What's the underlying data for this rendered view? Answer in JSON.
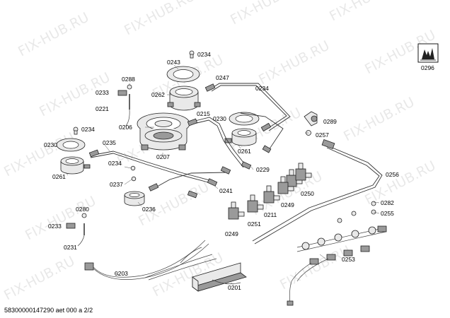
{
  "watermark": "FIX-HUB.RU",
  "footer": {
    "reference": "58300000147290 aet 000 a 2/2"
  },
  "symbol": {
    "icon": "gas-flame-icon",
    "label": "0296"
  },
  "labels": {
    "l0243": "0243",
    "l0234a": "0234",
    "l0288": "0288",
    "l0233a": "0233",
    "l0221": "0221",
    "l0262": "0262",
    "l0247": "0247",
    "l0234b": "0234",
    "l0215": "0215",
    "l0230a": "0230",
    "l0206": "0206",
    "l0207": "0207",
    "l0261a": "0261",
    "l0289": "0289",
    "l0257": "0257",
    "l0234c": "0234",
    "l0230b": "0230",
    "l0235": "0235",
    "l0261b": "0261",
    "l0234d": "0234",
    "l0237": "0237",
    "l0236": "0236",
    "l0241": "0241",
    "l0229": "0229",
    "l0256": "0256",
    "l0250": "0250",
    "l0249a": "0249",
    "l0211": "0211",
    "l0251": "0251",
    "l0249b": "0249",
    "l0280": "0280",
    "l0282": "0282",
    "l0255": "0255",
    "l0233b": "0233",
    "l0231": "0231",
    "l0253": "0253",
    "l0203": "0203",
    "l0201": "0201"
  }
}
